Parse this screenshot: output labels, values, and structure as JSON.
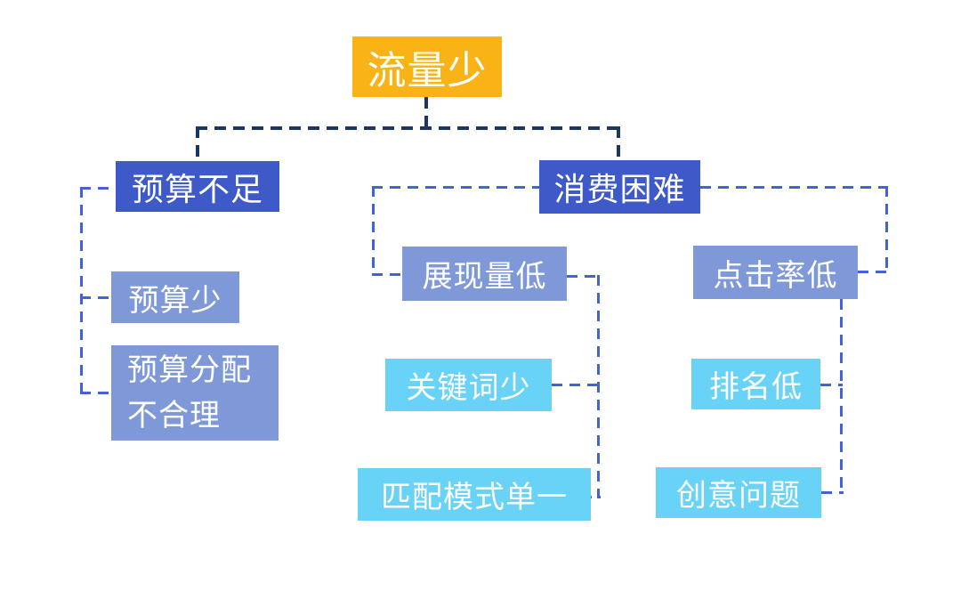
{
  "diagram": {
    "type": "tree-mindmap",
    "root_label": "流量少",
    "colors": {
      "root_bg": "#FAB317",
      "level1_bg": "#3D5AC8",
      "level2_bg": "#7E98D8",
      "level3_bg": "#69D2F7",
      "text": "#FFFFFF",
      "connector_top": "#1B3564",
      "connector_sub": "#4363D4",
      "background": "#FFFFFF"
    },
    "nodes": {
      "root": {
        "label": "流量少",
        "level": 0
      },
      "budget": {
        "label": "预算不足",
        "level": 1
      },
      "consume": {
        "label": "消费困难",
        "level": 1
      },
      "budget_low": {
        "label": "预算少",
        "level": 2
      },
      "budget_alloc": {
        "label": "预算分配不合理",
        "level": 2
      },
      "impressions": {
        "label": "展现量低",
        "level": 2
      },
      "ctr": {
        "label": "点击率低",
        "level": 2
      },
      "keywords": {
        "label": "关键词少",
        "level": 3
      },
      "match": {
        "label": "匹配模式单一",
        "level": 3
      },
      "ranking": {
        "label": "排名低",
        "level": 3
      },
      "creative": {
        "label": "创意问题",
        "level": 3
      }
    },
    "edges": [
      {
        "from": "流量少",
        "to": "预算不足"
      },
      {
        "from": "流量少",
        "to": "消费困难"
      },
      {
        "from": "预算不足",
        "to": "预算少"
      },
      {
        "from": "预算不足",
        "to": "预算分配不合理"
      },
      {
        "from": "消费困难",
        "to": "展现量低"
      },
      {
        "from": "消费困难",
        "to": "点击率低"
      },
      {
        "from": "展现量低",
        "to": "关键词少"
      },
      {
        "from": "展现量低",
        "to": "匹配模式单一"
      },
      {
        "from": "点击率低",
        "to": "排名低"
      },
      {
        "from": "点击率低",
        "to": "创意问题"
      }
    ]
  }
}
